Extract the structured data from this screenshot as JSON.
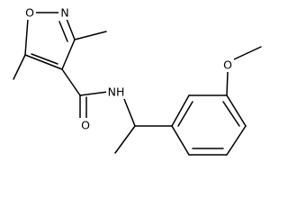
{
  "molecule": {
    "atoms": [
      {
        "id": "O1",
        "label": "O"
      },
      {
        "id": "N2",
        "label": "N"
      },
      {
        "id": "O_amide",
        "label": "O"
      },
      {
        "id": "N_amide",
        "label": "NH"
      },
      {
        "id": "O_methoxy",
        "label": "O"
      }
    ]
  }
}
